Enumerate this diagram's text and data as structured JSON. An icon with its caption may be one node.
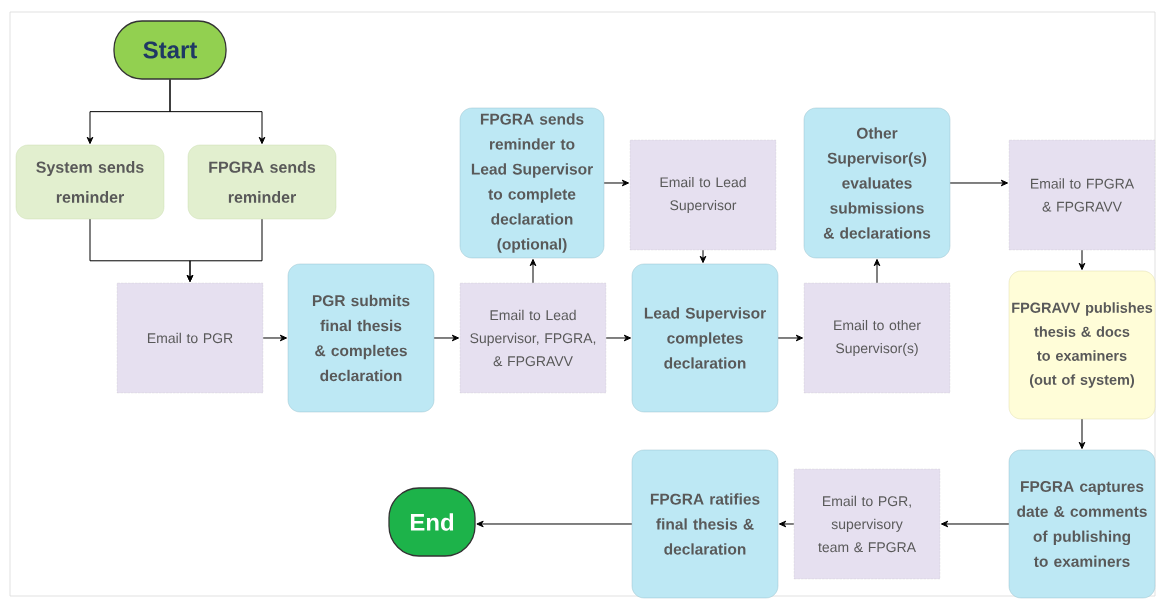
{
  "diagram": {
    "nodes": [
      {
        "text": [
          "Start"
        ]
      },
      {
        "text": [
          "System sends reminder"
        ]
      },
      {
        "text": [
          "FPGRA sends reminder"
        ]
      },
      {
        "text": [
          "Email to PGR"
        ]
      },
      {
        "text": [
          "PGR submits final thesis & completes declaration"
        ]
      },
      {
        "text": [
          "Email to Lead Supervisor, FPGRA, & FPGRAVV"
        ]
      },
      {
        "text": [
          "FPGRA sends reminder to Lead Supervisor to complete declaration (optional)"
        ]
      },
      {
        "text": [
          "Email to Lead Supervisor"
        ]
      },
      {
        "text": [
          "Lead Supervisor completes declaration"
        ]
      },
      {
        "text": [
          "Email to other Supervisor(s)"
        ]
      },
      {
        "text": [
          "Other Supervisor(s) evaluates submissions & declarations"
        ]
      },
      {
        "text": [
          "Email to FPGRA & FPGRAVV"
        ]
      },
      {
        "text": [
          "FPGRAVV publishes thesis & docs to examiners (out of system)"
        ]
      },
      {
        "text": [
          "FPGRA captures date & comments of publishing to examiners"
        ]
      },
      {
        "text": [
          "Email to PGR, supervisory team & FPGRA"
        ]
      },
      {
        "text": [
          "FPGRA ratifies final thesis & declaration"
        ]
      },
      {
        "text": [
          "End"
        ]
      }
    ],
    "edges": [
      {
        "from": 0,
        "to": 1,
        "arrow": "to"
      },
      {
        "from": 0,
        "to": 2,
        "arrow": "to"
      },
      {
        "from": 1,
        "to": 3,
        "arrow": "to"
      },
      {
        "from": 2,
        "to": 3,
        "arrow": "to"
      },
      {
        "from": 3,
        "to": 4,
        "arrow": "to"
      },
      {
        "from": 4,
        "to": 5,
        "arrow": "to"
      },
      {
        "from": 5,
        "to": 6,
        "arrow": "to"
      },
      {
        "from": 6,
        "to": 7,
        "arrow": "to"
      },
      {
        "from": 7,
        "to": 8,
        "arrow": "to"
      },
      {
        "from": 5,
        "to": 8,
        "arrow": "to"
      },
      {
        "from": 8,
        "to": 9,
        "arrow": "to"
      },
      {
        "from": 9,
        "to": 10,
        "arrow": "to"
      },
      {
        "from": 10,
        "to": 11,
        "arrow": "to"
      },
      {
        "from": 11,
        "to": 12,
        "arrow": "to"
      },
      {
        "from": 12,
        "to": 13,
        "arrow": "to"
      },
      {
        "from": 13,
        "to": 14,
        "arrow": "to"
      },
      {
        "from": 14,
        "to": 15,
        "arrow": "to"
      },
      {
        "from": 15,
        "to": 16,
        "arrow": "to"
      }
    ]
  }
}
